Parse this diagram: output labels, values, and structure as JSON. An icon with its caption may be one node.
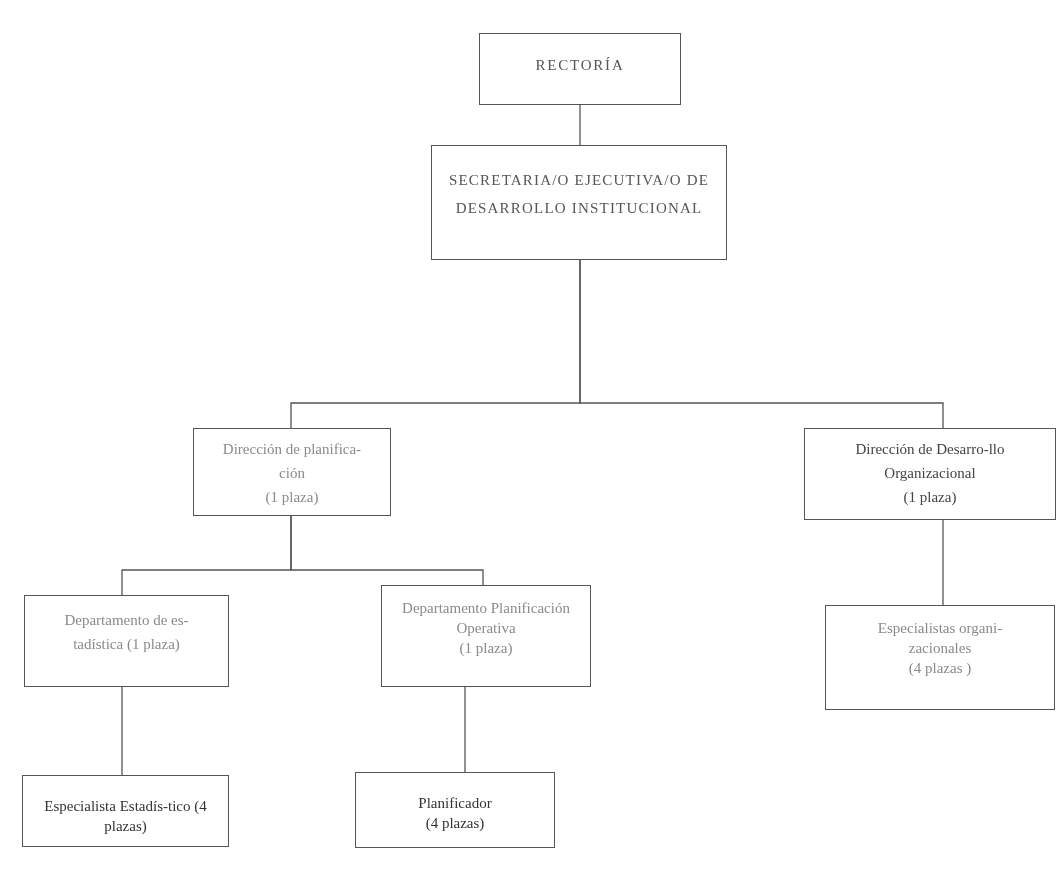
{
  "diagram": {
    "nodes": [
      {
        "text": [
          "RECTORÍA"
        ]
      },
      {
        "text": [
          "SECRETARIA/O EJECUTIVA/O DE DESARROLLO INSTITUCIONAL"
        ]
      },
      {
        "text": [
          "Dirección de planifica-ción",
          "(1 plaza)"
        ]
      },
      {
        "text": [
          "Dirección de Desarro-llo Organizacional",
          "(1 plaza)"
        ]
      },
      {
        "text": [
          "Departamento de es-tadística (1 plaza)"
        ]
      },
      {
        "text": [
          "Departamento Planificación Operativa",
          "(1 plaza)"
        ]
      },
      {
        "text": [
          "Especialistas organi-zacionales",
          "(4 plazas )"
        ]
      },
      {
        "text": [
          "Especialista Estadís-tico (4 plazas)"
        ]
      },
      {
        "text": [
          "Planificador",
          "(4 plazas)"
        ]
      }
    ],
    "edges": [
      {
        "from": 0,
        "to": 1,
        "arrow": "none"
      },
      {
        "from": 1,
        "to": 2,
        "arrow": "none"
      },
      {
        "from": 1,
        "to": 3,
        "arrow": "none"
      },
      {
        "from": 2,
        "to": 4,
        "arrow": "none"
      },
      {
        "from": 2,
        "to": 5,
        "arrow": "none"
      },
      {
        "from": 3,
        "to": 6,
        "arrow": "none"
      },
      {
        "from": 4,
        "to": 7,
        "arrow": "none"
      },
      {
        "from": 5,
        "to": 8,
        "arrow": "none"
      }
    ]
  }
}
